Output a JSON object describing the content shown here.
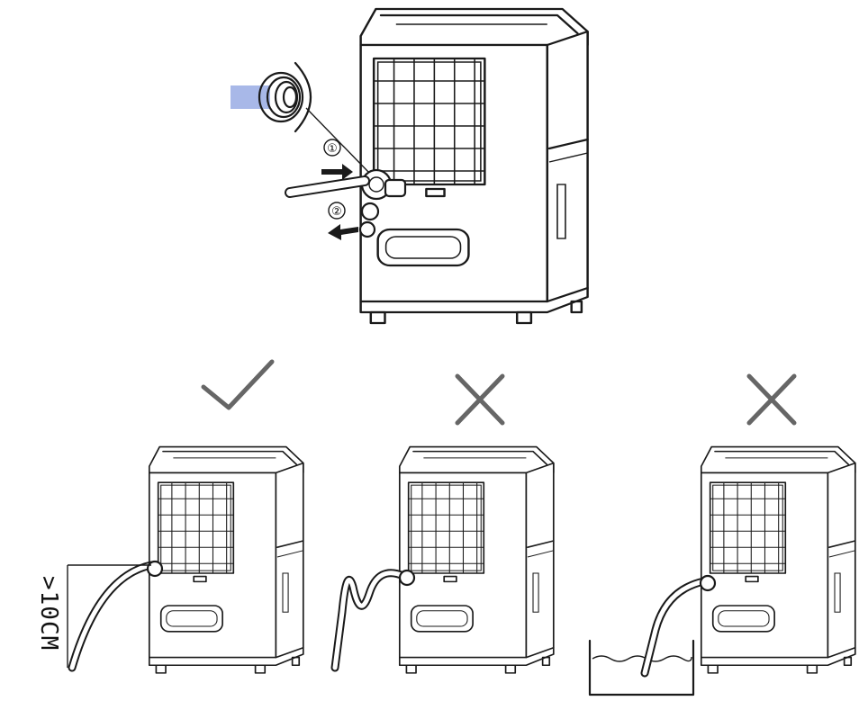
{
  "steps": [
    "①",
    "②"
  ],
  "height_label": ">10CM",
  "marks": [
    "check-icon",
    "cross-icon",
    "cross-icon"
  ],
  "colors": {
    "ink": "#1a1a1a",
    "mark": "#666666",
    "hose_end": "#a8b8e8"
  }
}
